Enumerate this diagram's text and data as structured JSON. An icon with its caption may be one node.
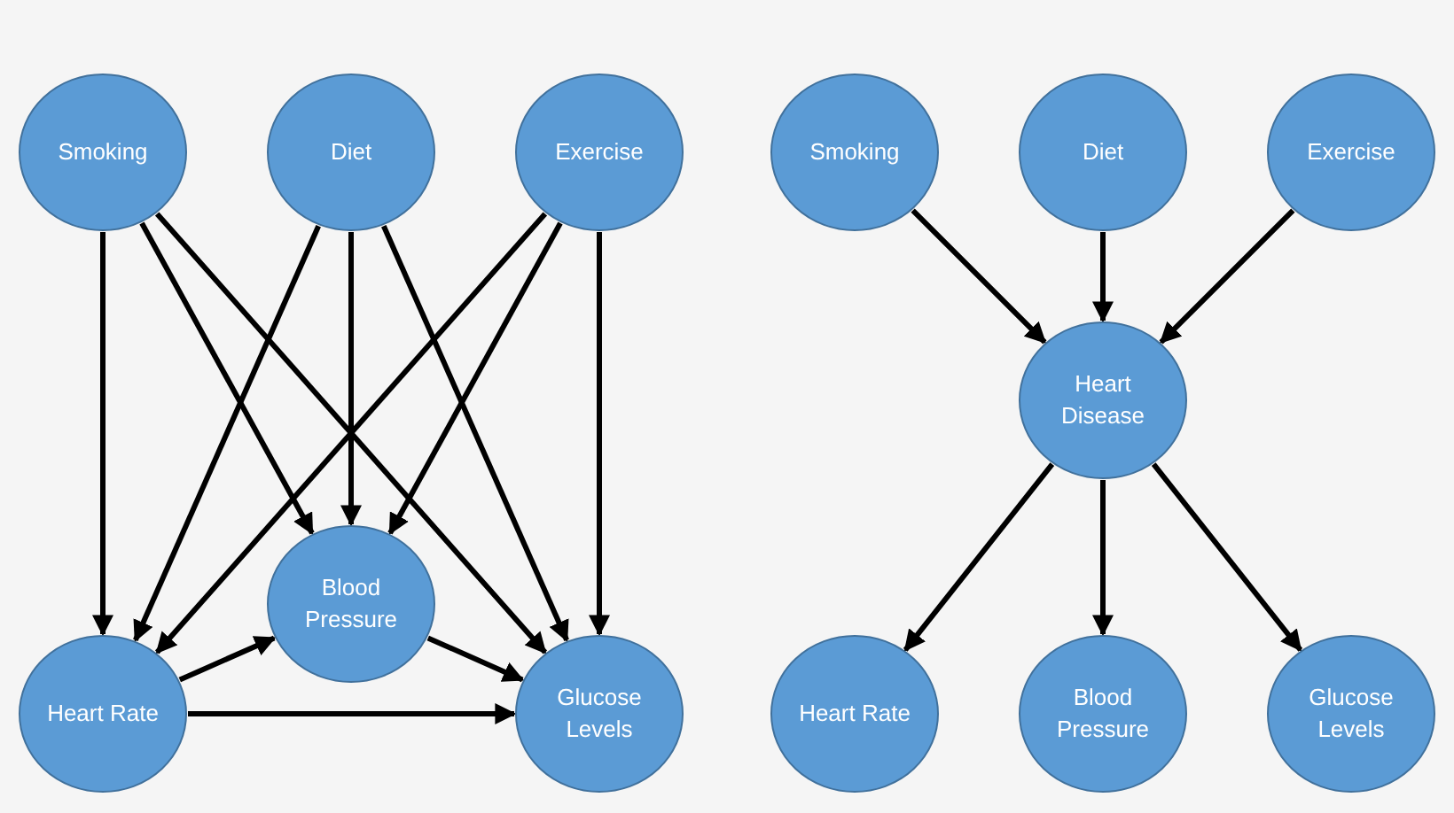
{
  "diagram": {
    "nodes": [
      {
        "text": [
          "Smoking"
        ]
      },
      {
        "text": [
          "Diet"
        ]
      },
      {
        "text": [
          "Exercise"
        ]
      },
      {
        "text": [
          "Blood Pressure"
        ]
      },
      {
        "text": [
          "Heart Rate"
        ]
      },
      {
        "text": [
          "Glucose Levels"
        ]
      },
      {
        "text": [
          "Smoking"
        ]
      },
      {
        "text": [
          "Diet"
        ]
      },
      {
        "text": [
          "Exercise"
        ]
      },
      {
        "text": [
          "Heart Disease"
        ]
      },
      {
        "text": [
          "Heart Rate"
        ]
      },
      {
        "text": [
          "Blood Pressure"
        ]
      },
      {
        "text": [
          "Glucose Levels"
        ]
      }
    ],
    "edges": [
      {
        "from": 0,
        "to": 4,
        "arrow": "to"
      },
      {
        "from": 0,
        "to": 3,
        "arrow": "to"
      },
      {
        "from": 0,
        "to": 5,
        "arrow": "to"
      },
      {
        "from": 1,
        "to": 4,
        "arrow": "to"
      },
      {
        "from": 1,
        "to": 3,
        "arrow": "to"
      },
      {
        "from": 1,
        "to": 5,
        "arrow": "to"
      },
      {
        "from": 2,
        "to": 4,
        "arrow": "to"
      },
      {
        "from": 2,
        "to": 3,
        "arrow": "to"
      },
      {
        "from": 2,
        "to": 5,
        "arrow": "to"
      },
      {
        "from": 4,
        "to": 3,
        "arrow": "to"
      },
      {
        "from": 4,
        "to": 5,
        "arrow": "to"
      },
      {
        "from": 3,
        "to": 5,
        "arrow": "to"
      },
      {
        "from": 6,
        "to": 9,
        "arrow": "to"
      },
      {
        "from": 7,
        "to": 9,
        "arrow": "to"
      },
      {
        "from": 8,
        "to": 9,
        "arrow": "to"
      },
      {
        "from": 9,
        "to": 10,
        "arrow": "to"
      },
      {
        "from": 9,
        "to": 11,
        "arrow": "to"
      },
      {
        "from": 9,
        "to": 12,
        "arrow": "to"
      }
    ]
  }
}
